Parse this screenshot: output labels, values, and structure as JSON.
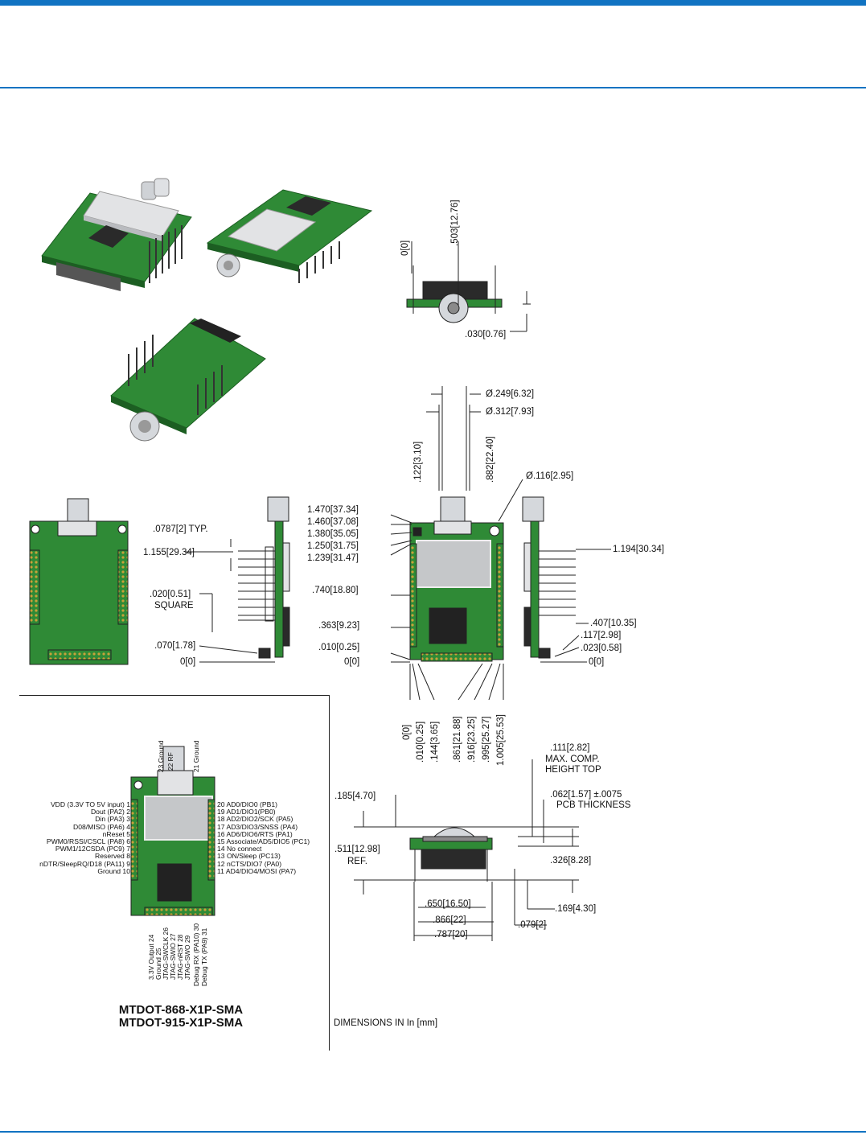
{
  "colors": {
    "accent": "#1173c2",
    "pcb": "#2f8a36",
    "pcb_dark": "#1c5e22",
    "shield": "#d8dadc",
    "chip": "#2a2a2a"
  },
  "side_top": {
    "zero": "0[0]",
    "height": ".503[12.76]",
    "pin": ".030[0.76]"
  },
  "front": {
    "sma_inner": "Ø.249[6.32]",
    "sma_outer": "Ø.312[7.93]",
    "v122": ".122[3.10]",
    "v882": ".882[22.40]",
    "hole": "Ø.116[2.95]",
    "y1470": "1.470[37.34]",
    "y1460": "1.460[37.08]",
    "y1380": "1.380[35.05]",
    "y1250": "1.250[31.75]",
    "y1239": "1.239[31.47]",
    "y0740": ".740[18.80]",
    "y0363": ".363[9.23]",
    "y0010": ".010[0.25]",
    "y0": "0[0]",
    "x0": "0[0]",
    "x010": ".010[0.25]",
    "x144": ".144[3.65]",
    "x861": ".861[21.88]",
    "x916": ".916[23.25]",
    "x995": ".995[25.27]",
    "x1005": "1.005[25.53]"
  },
  "left_side": {
    "typ": ".0787[2] TYP.",
    "y1155": "1.155[29.34]",
    "sq": ".020[0.51]",
    "square": "SQUARE",
    "y070": ".070[1.78]",
    "y0": "0[0]"
  },
  "right_side": {
    "y1194": "1.194[30.34]",
    "y407": ".407[10.35]",
    "y117": ".117[2.98]",
    "y023": ".023[0.58]",
    "y0": "0[0]"
  },
  "bottom_view": {
    "comp": ".111[2.82]",
    "comp_label1": "MAX. COMP.",
    "comp_label2": "HEIGHT TOP",
    "y185": ".185[4.70]",
    "pcb": ".062[1.57] ±.0075",
    "pcb_label": "PCB THICKNESS",
    "y511": ".511[12.98]",
    "ref": "REF.",
    "y326": ".326[8.28]",
    "y169": ".169[4.30]",
    "x650": ".650[16.50]",
    "x866": ".866[22]",
    "x079": ".079[2]",
    "x787": ".787[20]"
  },
  "pinout": {
    "top": [
      "22 RF",
      "23 Ground",
      "21 Ground"
    ],
    "left": [
      "VDD (3.3V TO 5V input)  1",
      "Dout (PA2)  2",
      "Din (PA3)  3",
      "D08/MISO (PA6)  4",
      "nReset  5",
      "PWM0/RSSI/CSCL (PA8)  6",
      "PWM1/12CSDA (PC9)  7",
      "Reserved  8",
      "nDTR/SleepRQ/D18 (PA11)  9",
      "Ground  10"
    ],
    "right": [
      "20  AD0/DIO0 (PB1)",
      "19  AD1/DIO1(PB0)",
      "18  AD2/DIO2/SCK (PA5)",
      "17  AD3/DIO3/SNSS (PA4)",
      "16  AD6/DIO6/RTS (PA1)",
      "15  Associate/AD5/DIO5 (PC1)",
      "14  No connect",
      "13  ON/Sleep (PC13)",
      "12  nCTS/DIO7 (PA0)",
      "11  AD4/DIO4/MOSI (PA7)"
    ],
    "bottom": [
      "3.3V Output  24",
      "Ground  25",
      "JTAG-SWCLK  26",
      "JTAG-SWIO  27",
      "JTAG-nRST  28",
      "JTAG-SWO  29",
      "Debug RX (PA10)  30",
      "Debug TX (PA9)  31"
    ]
  },
  "part_numbers": [
    "MTDOT-868-X1P-SMA",
    "MTDOT-915-X1P-SMA"
  ],
  "units_note": "DIMENSIONS IN In [mm]"
}
